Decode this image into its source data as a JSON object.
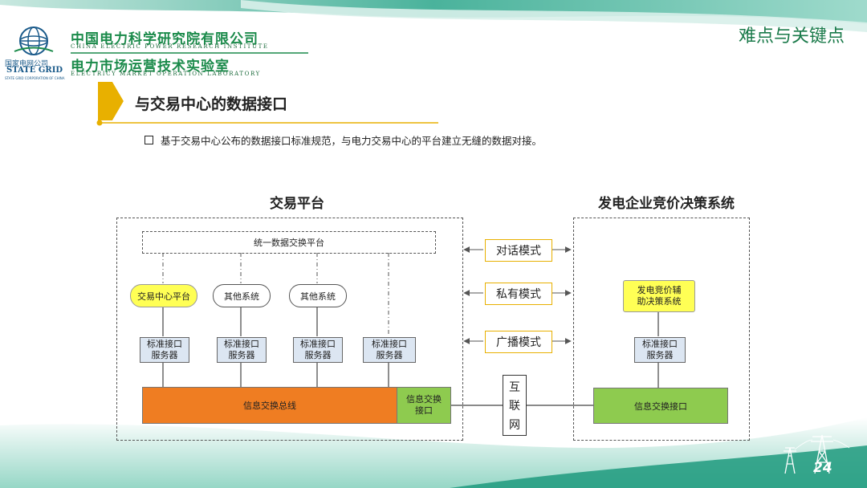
{
  "header": {
    "org_cn": "中国电力科学研究院有限公司",
    "org_en": "CHINA ELECTRIC POWER RESEARCH INSTITUTE",
    "lab_cn": "电力市场运营技术实验室",
    "lab_en": "ELECTRICY MARKET OPERATION LABORATORY",
    "sg_cn": "国家电网公司",
    "sg_en": "STATE GRID",
    "sg_tiny": "STATE GRID CORPORATION OF CHINA",
    "right_title": "难点与关键点"
  },
  "section": {
    "title": "与交易中心的数据接口",
    "bullet": "基于交易中心公布的数据接口标准规范，与电力交易中心的平台建立无缝的数据对接。"
  },
  "diagram": {
    "left_title": "交易平台",
    "right_title": "发电企业竞价决策系统",
    "platform": "统一数据交换平台",
    "systems": [
      "交易中心平台",
      "其他系统",
      "其他系统"
    ],
    "server_line1": "标准接口",
    "server_line2": "服务器",
    "bus": "信息交换总线",
    "bus_if_line1": "信息交换",
    "bus_if_line2": "接口",
    "modes": [
      "对话模式",
      "私有模式",
      "广播模式"
    ],
    "internet": [
      "互",
      "联",
      "网"
    ],
    "decision_line1": "发电竞价辅",
    "decision_line2": "助决策系统",
    "right_if": "信息交换接口"
  },
  "page_number": "24",
  "colors": {
    "brand_green": "#1a8a4a",
    "accent_gold": "#e8b000",
    "bus_orange": "#ef7d22",
    "if_green": "#8ecb4f",
    "server_blue": "#dce6f2",
    "pill_yellow": "#ffff55"
  },
  "icons": [
    "state-grid-logo-icon",
    "transmission-tower-icon"
  ]
}
